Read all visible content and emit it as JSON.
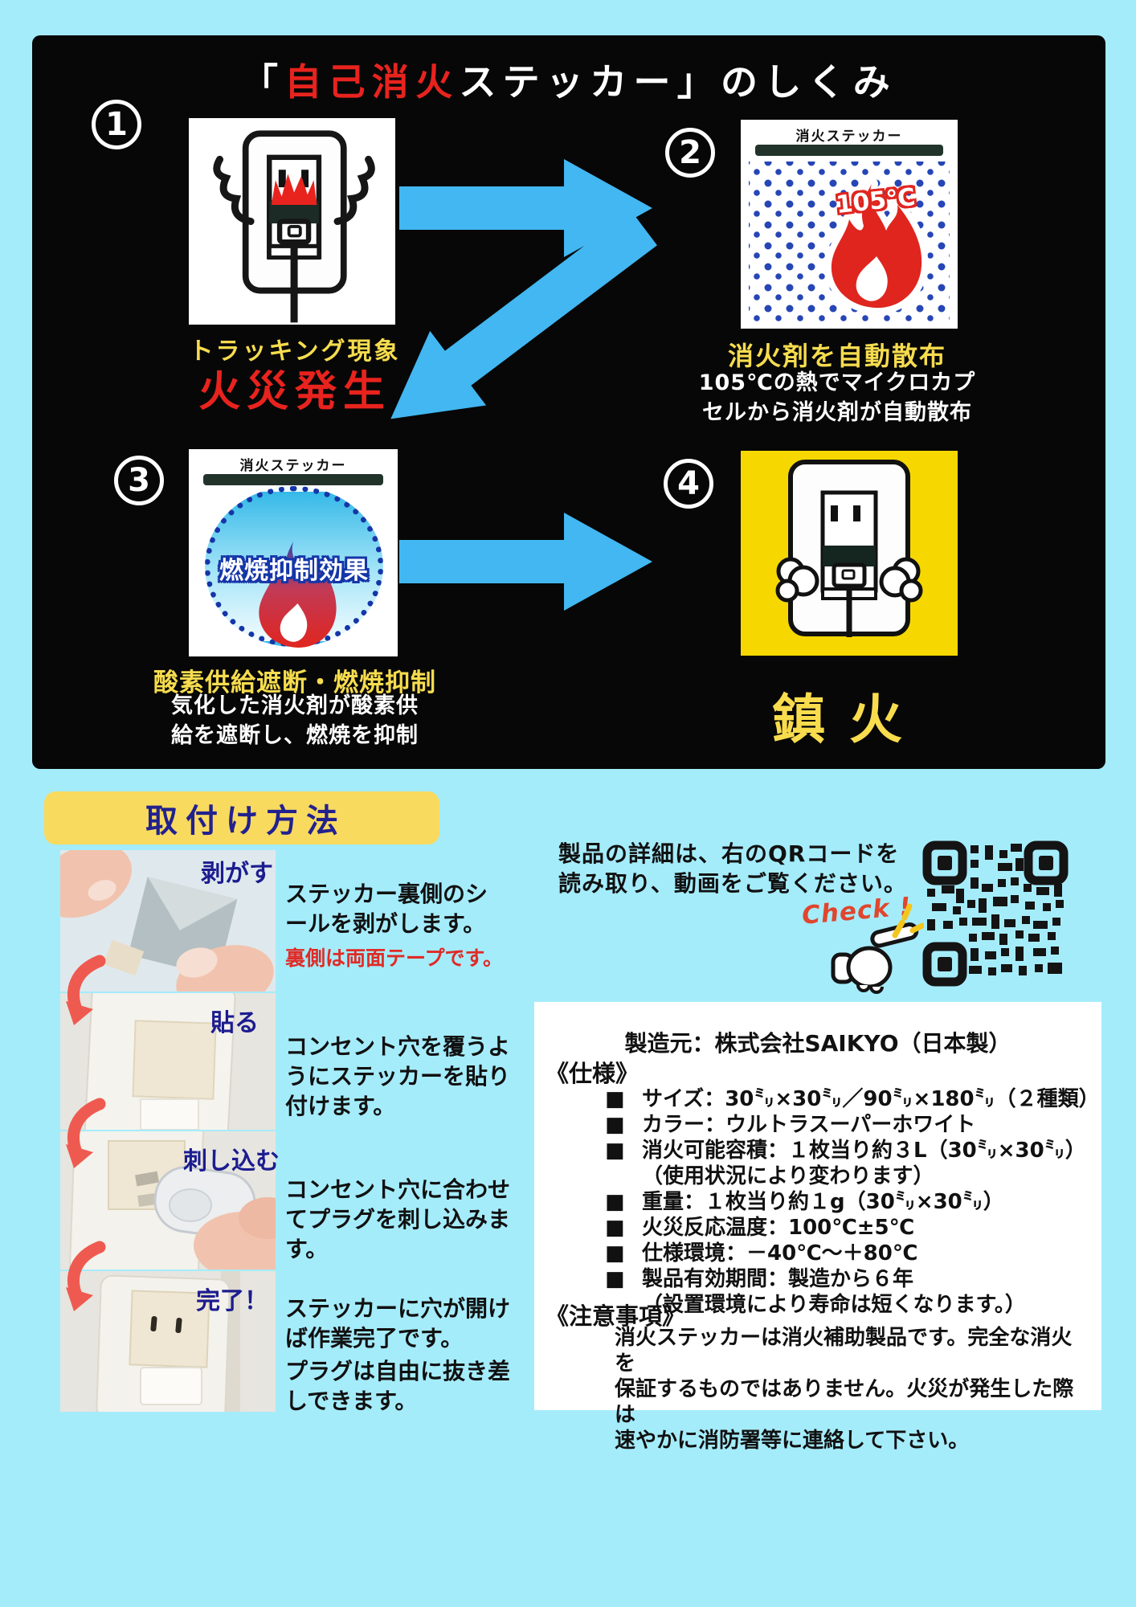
{
  "hero": {
    "title": {
      "open": "「",
      "emphasis": "自己消火",
      "mid": "ステッカー",
      "tail": "」のしくみ"
    },
    "step1": {
      "number": "1",
      "caption": "トラッキング現象",
      "headline": "火災発生"
    },
    "step2": {
      "number": "2",
      "sticker_label": "消火ステッカー",
      "temperature": "105℃",
      "caption": "消火剤を自動散布",
      "description": [
        "105℃の熱でマイクロカプ",
        "セルから消火剤が自動散布"
      ]
    },
    "step3": {
      "number": "3",
      "sticker_label": "消火ステッカー",
      "effect_label": "燃焼抑制効果",
      "caption": "酸素供給遮断・燃焼抑制",
      "description": [
        "気化した消火剤が酸素供",
        "給を遮断し、燃焼を抑制"
      ]
    },
    "step4": {
      "number": "4",
      "headline": "鎮火"
    }
  },
  "install": {
    "heading": "取付け方法",
    "steps": [
      {
        "label": "剥がす",
        "description": [
          "ステッカー裏側のシ",
          "ールを剥がします。"
        ],
        "note": "裏側は両面テープです。"
      },
      {
        "label": "貼る",
        "description": [
          "コンセント穴を覆うよ",
          "うにステッカーを貼り",
          "付けます。"
        ]
      },
      {
        "label": "刺し込む",
        "description": [
          "コンセント穴に合わせ",
          "てプラグを刺し込みま",
          "す。"
        ]
      },
      {
        "label": "完了！",
        "description": [
          "ステッカーに穴が開け",
          "ば作業完了です。"
        ],
        "extra": [
          "プラグは自由に抜き差",
          "しできます。"
        ]
      }
    ]
  },
  "qr_section": {
    "lead": [
      "製品の詳細は、右のQRコードを",
      "読み取り、動画をご覧ください。"
    ],
    "check_label": "Check !"
  },
  "specs": {
    "maker": "製造元：株式会社SAIKYO（日本製）",
    "spec_heading": "《仕様》",
    "items": [
      {
        "bullet": "■",
        "text": "サイズ：30㍉×30㍉／90㍉×180㍉（２種類）"
      },
      {
        "bullet": "■",
        "text": "カラー：ウルトラスーパーホワイト"
      },
      {
        "bullet": "■",
        "text": "消火可能容積：１枚当り約３L（30㍉×30㍉）"
      },
      {
        "bullet": "",
        "text": "（使用状況により変わります）"
      },
      {
        "bullet": "■",
        "text": "重量：１枚当り約１g（30㍉×30㍉）"
      },
      {
        "bullet": "■",
        "text": "火災反応温度：100℃±5℃"
      },
      {
        "bullet": "■",
        "text": "仕様環境：－40℃～＋80℃"
      },
      {
        "bullet": "■",
        "text": "製品有効期間：製造から６年"
      },
      {
        "bullet": "",
        "text": "（設置環境により寿命は短くなります。）"
      }
    ],
    "caution_heading": "《注意事項》",
    "caution_lines": [
      "消火ステッカーは消火補助製品です。完全な消火を",
      "保証するものではありません。火災が発生した際は",
      "速やかに消防署等に連絡して下さい。"
    ]
  },
  "colors": {
    "background": "#a5ecfb",
    "panel": "#070707",
    "accent_red": "#e8231e",
    "accent_yellow": "#f6dc4e",
    "arrow_blue": "#42b7f1",
    "header_yellow": "#f8da5e",
    "navy": "#22218f",
    "note_red": "#e02b26",
    "sticker_yellow": "#f6d800"
  }
}
